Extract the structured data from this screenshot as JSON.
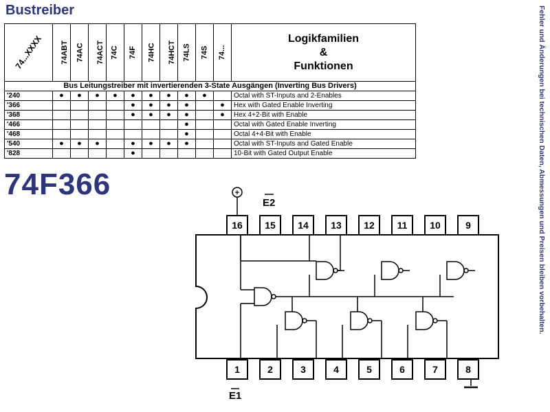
{
  "page": {
    "title": "Bustreiber",
    "side_note": "Fehler und Änderungen bei technischen Daten, Abmessungen und Preisen bleiben vorbehalten.",
    "part_number": "74F366"
  },
  "table": {
    "corner_label": "74...XXXX",
    "families": [
      "74ABT",
      "74AC",
      "74ACT",
      "74C",
      "74F",
      "74HC",
      "74HCT",
      "74LS",
      "74S",
      "74..."
    ],
    "header_right": [
      "Logikfamilien",
      "&",
      "Funktionen"
    ],
    "section_title": "Bus Leitungstreiber mit invertierenden 3-State Ausgängen (Inverting Bus Drivers)",
    "dot_symbol": "●",
    "rows": [
      {
        "part": "'240",
        "dots": [
          1,
          1,
          1,
          1,
          1,
          1,
          1,
          1,
          1,
          0
        ],
        "function": "Octal with ST-Inputs and 2-Enables"
      },
      {
        "part": "'366",
        "dots": [
          0,
          0,
          0,
          0,
          1,
          1,
          1,
          1,
          0,
          1
        ],
        "function": "Hex with Gated Enable Inverting"
      },
      {
        "part": "'368",
        "dots": [
          0,
          0,
          0,
          0,
          1,
          1,
          1,
          1,
          0,
          1
        ],
        "function": "Hex 4+2-Bit with Enable"
      },
      {
        "part": "'466",
        "dots": [
          0,
          0,
          0,
          0,
          0,
          0,
          0,
          1,
          0,
          0
        ],
        "function": "Octal with Gated Enable Inverting"
      },
      {
        "part": "'468",
        "dots": [
          0,
          0,
          0,
          0,
          0,
          0,
          0,
          1,
          0,
          0
        ],
        "function": "Octal 4+4-Bit with Enable"
      },
      {
        "part": "'540",
        "dots": [
          1,
          1,
          1,
          0,
          1,
          1,
          1,
          1,
          0,
          0
        ],
        "function": "Octal with ST-Inputs and Gated Enable"
      },
      {
        "part": "'828",
        "dots": [
          0,
          0,
          0,
          0,
          1,
          0,
          0,
          0,
          0,
          0
        ],
        "function": "10-Bit with Gated Output Enable"
      }
    ]
  },
  "diagram": {
    "top_pins": [
      "16",
      "15",
      "14",
      "13",
      "12",
      "11",
      "10",
      "9"
    ],
    "bottom_pins": [
      "1",
      "2",
      "3",
      "4",
      "5",
      "6",
      "7",
      "8"
    ],
    "vcc_symbol": "+",
    "gnd_symbol": "⊥",
    "enable_top": "E2",
    "enable_bottom": "E1"
  }
}
